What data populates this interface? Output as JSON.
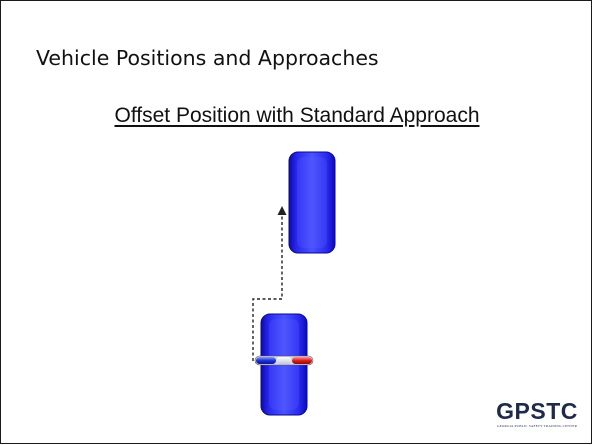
{
  "slide": {
    "title": "Vehicle Positions and Approaches",
    "subtitle": "Offset Position with Standard Approach"
  },
  "diagram": {
    "vehicles": [
      "suspect-vehicle",
      "patrol-vehicle"
    ],
    "vehicle_color": "#2222dd",
    "lightbar_colors": [
      "#2233cc",
      "#dd2222"
    ],
    "approach_path_style": "dashed"
  },
  "logo": {
    "mark": "GPSTC",
    "tagline": "GEORGIA PUBLIC SAFETY TRAINING CENTER"
  }
}
